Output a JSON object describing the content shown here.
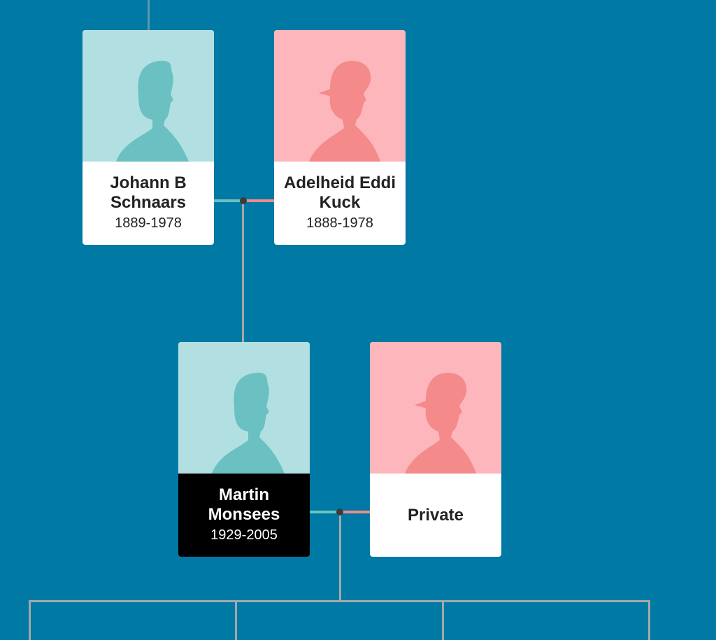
{
  "colors": {
    "background": "#0079a4",
    "male_bg": "#b2e0e2",
    "male_silhouette": "#6bc1c1",
    "female_bg": "#fcb6bc",
    "female_silhouette": "#f48a8a",
    "connector": "#a3a8aa"
  },
  "people": [
    {
      "name": "Johann B Schnaars",
      "years": "1889-1978",
      "gender": "male"
    },
    {
      "name": "Adelheid Eddi Kuck",
      "years": "1888-1978",
      "gender": "female"
    },
    {
      "name": "Martin Monsees",
      "years": "1929-2005",
      "gender": "male",
      "focus": true
    },
    {
      "name": "Private",
      "gender": "female"
    }
  ]
}
